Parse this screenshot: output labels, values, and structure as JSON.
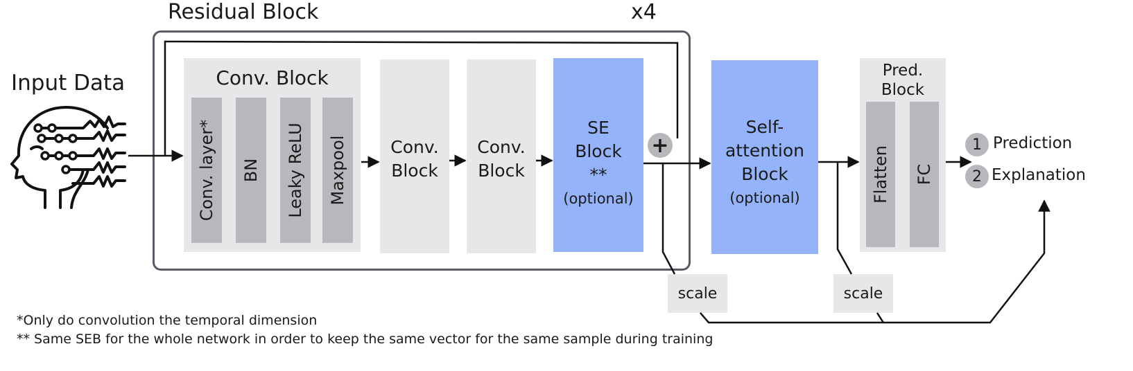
{
  "residual_block": {
    "title": "Residual Block",
    "repeat": "x4"
  },
  "input": {
    "title": "Input Data"
  },
  "conv_block": {
    "title": "Conv. Block",
    "layers": [
      "Conv. layer*",
      "BN",
      "Leaky ReLU",
      "Maxpool"
    ]
  },
  "conv_block_2": {
    "line1": "Conv.",
    "line2": "Block"
  },
  "conv_block_3": {
    "line1": "Conv.",
    "line2": "Block"
  },
  "se_block": {
    "line1": "SE",
    "line2": "Block",
    "line3": "**",
    "line4": "(optional)"
  },
  "add_symbol": "+",
  "attention_block": {
    "line1": "Self-",
    "line2": "attention",
    "line3": "Block",
    "line4": "(optional)"
  },
  "pred_block": {
    "line1": "Pred.",
    "line2": "Block",
    "layers": [
      "Flatten",
      "FC"
    ]
  },
  "scale_labels": [
    "scale",
    "scale"
  ],
  "outputs": [
    {
      "number": "1",
      "label": "Prediction"
    },
    {
      "number": "2",
      "label": "Explanation"
    }
  ],
  "footnotes": [
    "*Only do convolution the temporal dimension",
    "** Same SEB for the whole network in order to keep the same vector for the same sample during training"
  ],
  "colors": {
    "light_box": "#e7e7ea",
    "layer_bar": "#b9b7bc",
    "highlight": "#94b3fa",
    "frame": "#5a5a64"
  }
}
